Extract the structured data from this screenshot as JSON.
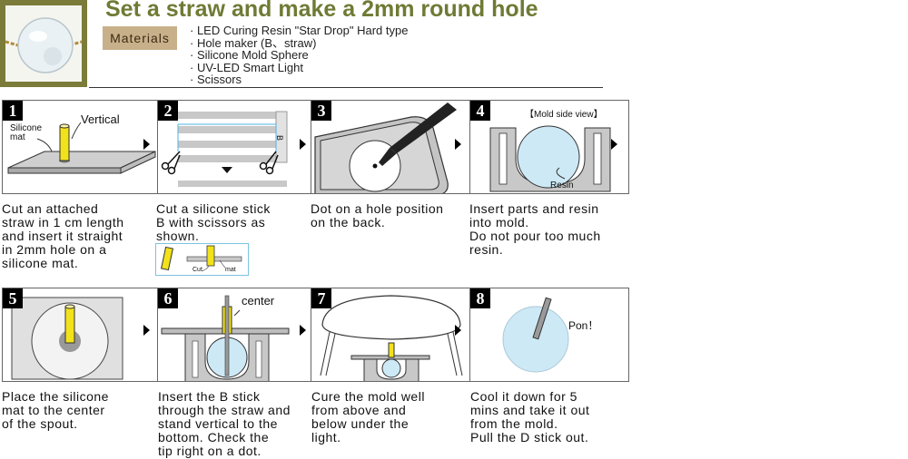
{
  "header": {
    "title": "Set a straw and make a 2mm round hole",
    "materials_label": "Materials",
    "materials": [
      "· LED Curing Resin \"Star Drop\" Hard type",
      "· Hole maker (B、straw)",
      "· Silicone Mold Sphere",
      "· UV-LED Smart Light",
      "· Scissors"
    ]
  },
  "steps": [
    {
      "number": "1",
      "labels": {
        "vertical": "Vertical",
        "silicone_mat": [
          "Silicone",
          "mat"
        ]
      },
      "caption": [
        "Cut an attached",
        "straw in 1 cm length",
        "and insert it straight",
        "in 2mm hole on a",
        "silicone mat."
      ]
    },
    {
      "number": "2",
      "labels": {
        "b": "B",
        "cut": "Cut",
        "mat": "mat"
      },
      "caption": [
        "Cut a silicone stick",
        "B with scissors as",
        "shown."
      ]
    },
    {
      "number": "3",
      "caption": [
        "Dot on a hole position",
        "on the back."
      ]
    },
    {
      "number": "4",
      "labels": {
        "view": "【Mold side view】",
        "resin": "Resin"
      },
      "caption": [
        "Insert parts and resin",
        "into mold.",
        "Do not pour too much",
        "resin."
      ]
    },
    {
      "number": "5",
      "caption": [
        "Place the silicone",
        "mat to the center",
        "of the spout."
      ]
    },
    {
      "number": "6",
      "labels": {
        "center": "center"
      },
      "caption": [
        "Insert the B stick",
        "through the straw and",
        "stand vertical to the",
        "bottom. Check the",
        "tip right on a dot."
      ]
    },
    {
      "number": "7",
      "caption": [
        "Cure the mold well",
        "from above and",
        "below under the",
        "light."
      ]
    },
    {
      "number": "8",
      "labels": {
        "pon": "Pon！"
      },
      "caption": [
        "Cool it down for 5",
        "mins and take it out",
        "from the mold.",
        "Pull the D stick out."
      ]
    }
  ],
  "colors": {
    "title": "#6f7a35",
    "straw": "#f2e21a",
    "resin": "#cde9f6",
    "mold": "#c8c8c8"
  }
}
